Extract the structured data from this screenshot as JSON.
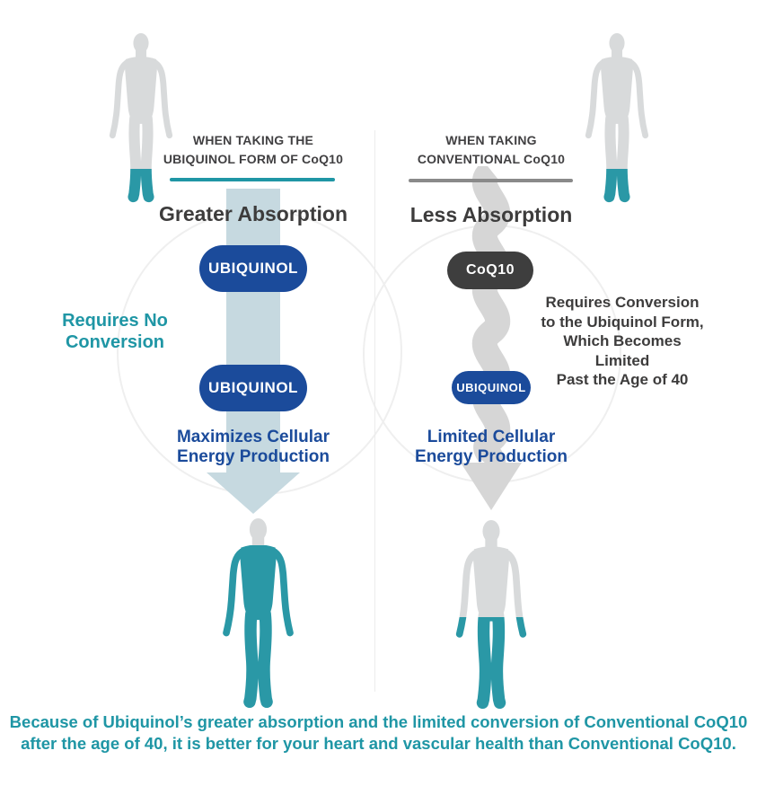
{
  "colors": {
    "teal": "#1f96a5",
    "body_teal": "#2a98a6",
    "blue": "#1b4b9b",
    "dark_text": "#3d3c3c",
    "pill_dark": "#3e3e3e",
    "arrow_light_blue": "#c6d9e0",
    "arrow_light_gray": "#d6d6d6",
    "figure_gray": "#d8dadb"
  },
  "left_column": {
    "header_line1": "WHEN TAKING THE",
    "header_line2": "UBIQUINOL FORM OF CoQ10",
    "absorption_title": "Greater Absorption",
    "pill_top_label": "UBIQUINOL",
    "side_note_line1": "Requires No",
    "side_note_line2": "Conversion",
    "pill_bottom_label": "UBIQUINOL",
    "result_line1": "Maximizes Cellular",
    "result_line2": "Energy Production"
  },
  "right_column": {
    "header_line1": "WHEN TAKING",
    "header_line2": "CONVENTIONAL CoQ10",
    "absorption_title": "Less Absorption",
    "pill_top_label": "CoQ10",
    "side_note_line1": "Requires Conversion",
    "side_note_line2": "to the Ubiquinol Form,",
    "side_note_line3": "Which Becomes Limited",
    "side_note_line4": "Past the Age of 40",
    "pill_bottom_label": "UBIQUINOL",
    "result_line1": "Limited Cellular",
    "result_line2": "Energy Production"
  },
  "footer": {
    "line1": "Because of Ubiquinol’s greater absorption and the limited conversion of Conventional CoQ10",
    "line2": "after the age of 40, it is better for your heart and vascular health than Conventional CoQ10."
  }
}
